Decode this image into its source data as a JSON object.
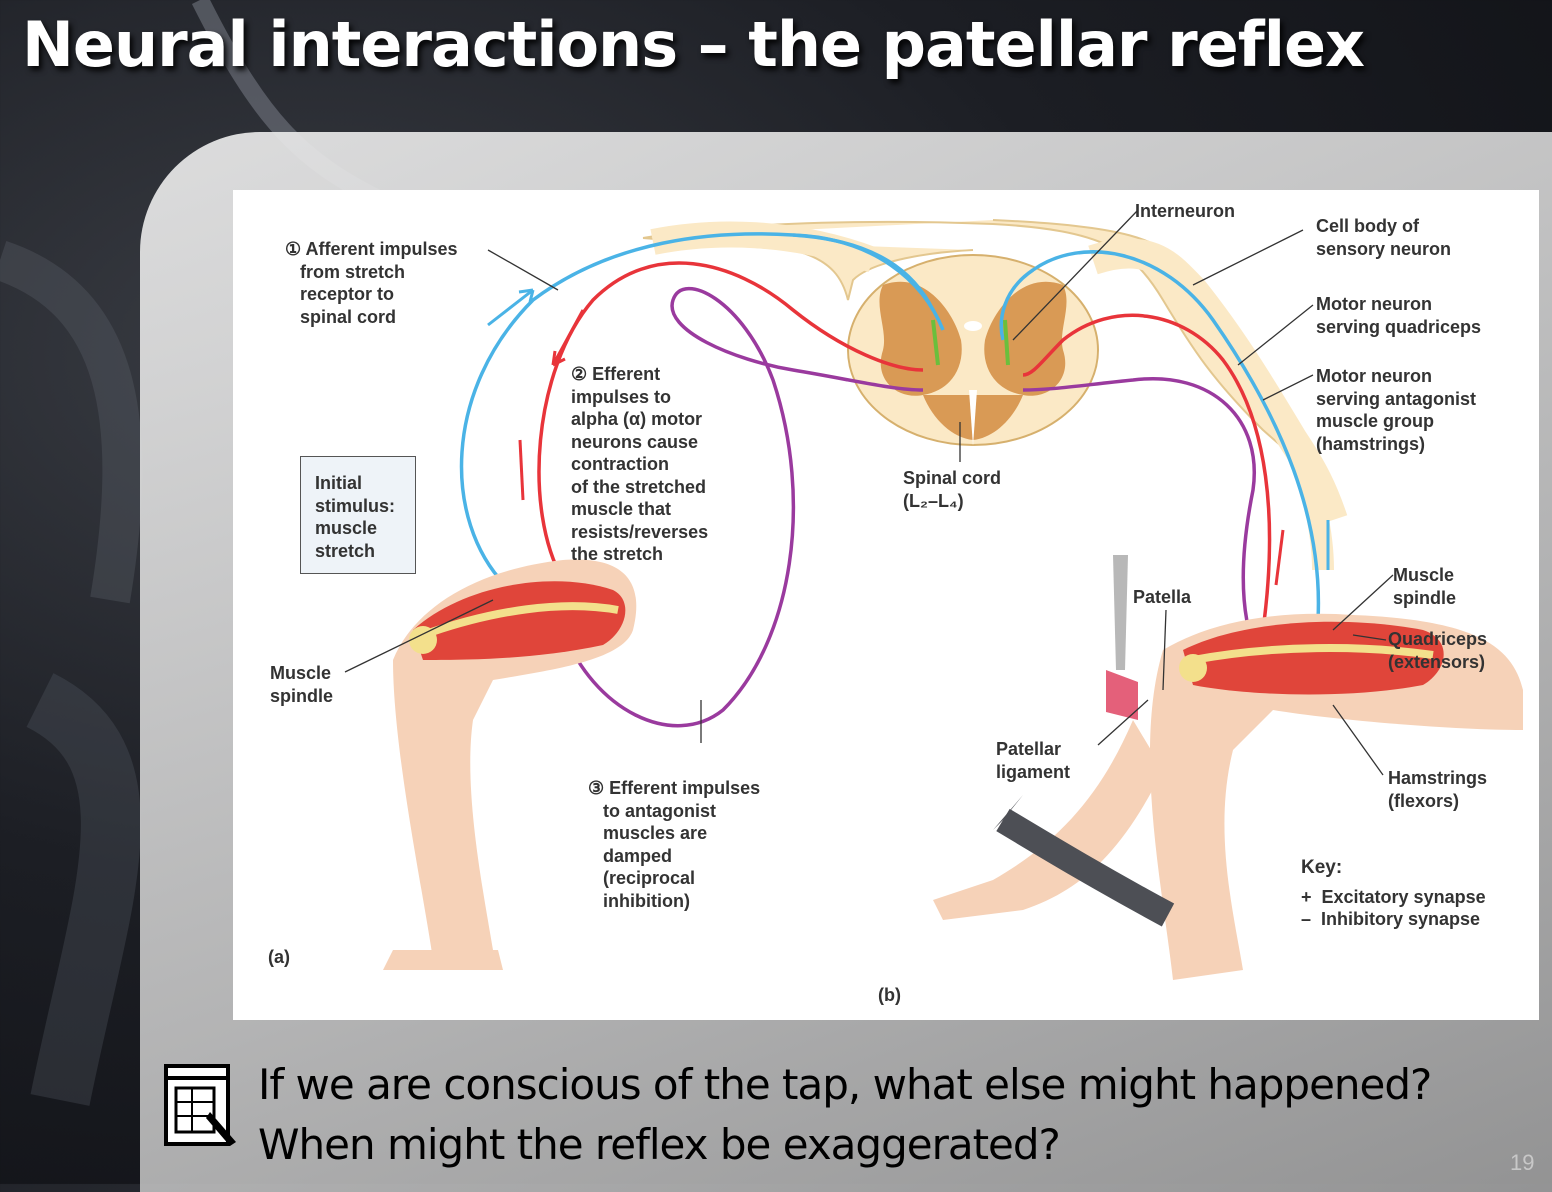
{
  "slide": {
    "title": "Neural interactions – the patellar reflex",
    "page_number": "19"
  },
  "figure": {
    "labels": {
      "afferent": "① Afferent impulses\n   from stretch\n   receptor to\n   spinal cord",
      "efferent_alpha": "② Efferent\nimpulses to\nalpha (α) motor\nneurons cause\ncontraction\nof the stretched\nmuscle that\nresists/reverses\nthe stretch",
      "efferent_antagonist": "③ Efferent impulses\n   to antagonist\n   muscles are\n   damped\n   (reciprocal\n   inhibition)",
      "initial_stimulus": "Initial\nstimulus:\nmuscle\nstretch",
      "muscle_spindle_a": "Muscle\nspindle",
      "interneuron": "Interneuron",
      "cell_body": "Cell body of\nsensory neuron",
      "motor_quadriceps": "Motor neuron\nserving quadriceps",
      "motor_antagonist": "Motor neuron\nserving antagonist\nmuscle group\n(hamstrings)",
      "spinal_cord": "Spinal cord\n(L₂–L₄)",
      "patella": "Patella",
      "muscle_spindle_b": "Muscle\nspindle",
      "quadriceps": "Quadriceps\n(extensors)",
      "patellar_ligament": "Patellar\nligament",
      "hamstrings": "Hamstrings\n(flexors)",
      "key_title": "Key:",
      "key_excitatory": "+  Excitatory synapse",
      "key_inhibitory": "–  Inhibitory synapse",
      "panel_a": "(a)",
      "panel_b": "(b)"
    },
    "colors": {
      "sensory": "#4ab3e6",
      "motor": "#e8343a",
      "antagonist": "#9a3a9e",
      "interneuron": "#6abf3c",
      "cord_white": "#fbe9c6",
      "cord_gray": "#d99a55",
      "muscle": "#e0453a",
      "skin": "#f6d2b8"
    }
  },
  "question": {
    "icon": "notepad-pencil-icon",
    "line1": "If we are conscious of the tap, what else might happened?",
    "line2": "When might the reflex be exaggerated?"
  }
}
